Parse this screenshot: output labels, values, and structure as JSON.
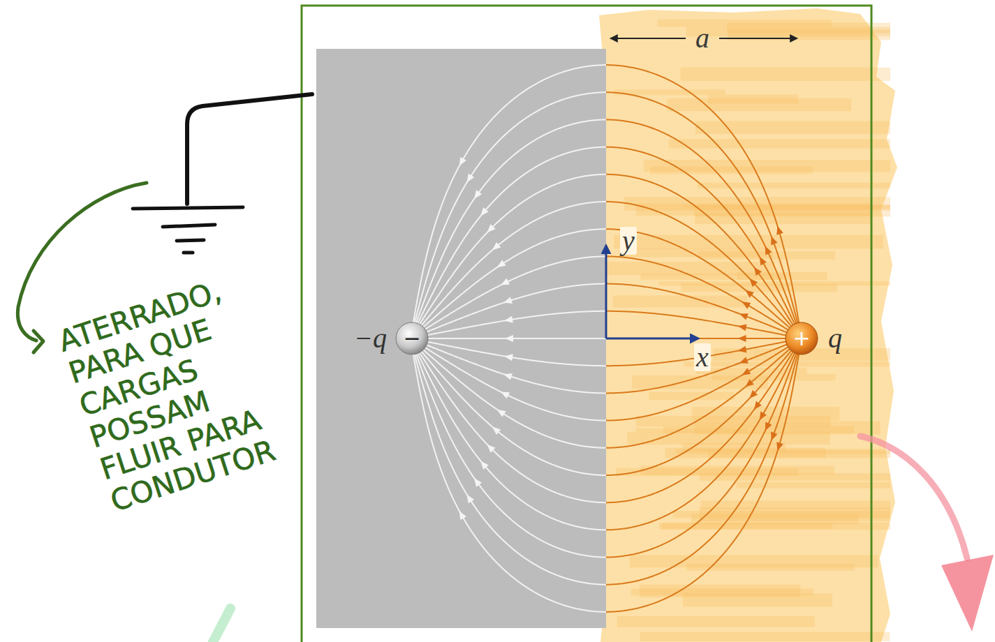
{
  "diagram": {
    "nodes": [
      {
        "text": [
          "−q",
          "−"
        ]
      },
      {
        "text": [
          "+",
          "q"
        ]
      }
    ],
    "labels": [
      "a",
      "y",
      "x",
      "ATERRADO, PARA QUE CARGAS POSSAM FLUIR PARA CONDUTOR"
    ]
  }
}
